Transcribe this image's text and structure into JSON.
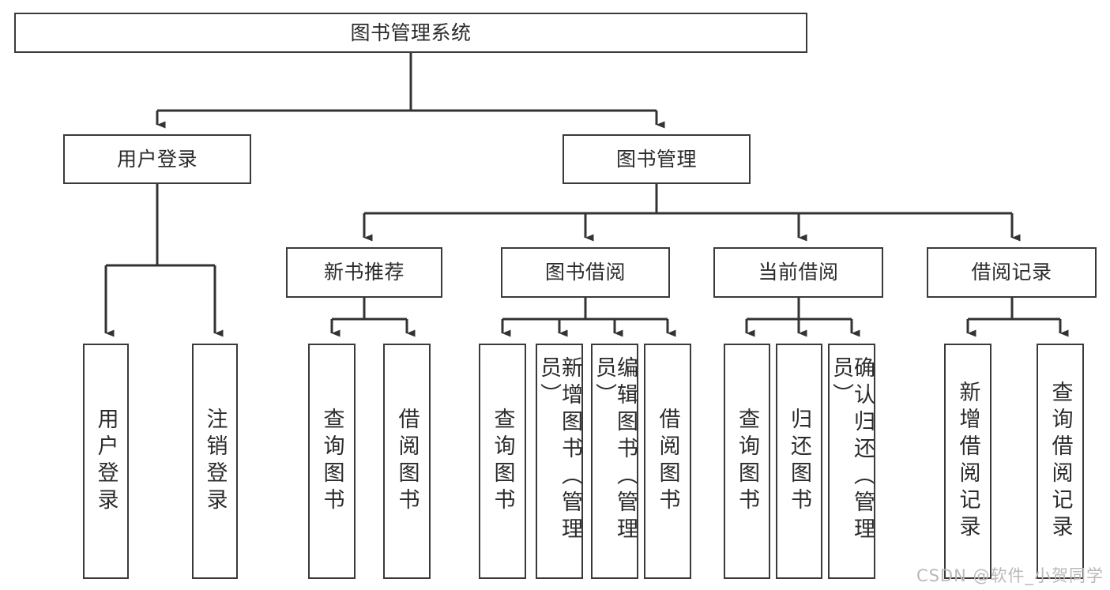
{
  "diagram": {
    "type": "tree-hierarchy",
    "title": "图书管理系统",
    "root": {
      "label": "图书管理系统"
    },
    "level2": [
      {
        "label": "用户登录"
      },
      {
        "label": "图书管理"
      }
    ],
    "level3": [
      {
        "label": "新书推荐"
      },
      {
        "label": "图书借阅"
      },
      {
        "label": "当前借阅"
      },
      {
        "label": "借阅记录"
      }
    ],
    "leaves": {
      "user_login": [
        {
          "label": "用户登录"
        },
        {
          "label": "注销登录"
        }
      ],
      "new_book_recommend": [
        {
          "label": "查询图书"
        },
        {
          "label": "借阅图书"
        }
      ],
      "book_borrow": [
        {
          "label": "查询图书"
        },
        {
          "label": "新增图书（管理员）"
        },
        {
          "label": "编辑图书（管理员）"
        },
        {
          "label": "借阅图书"
        }
      ],
      "current_borrow": [
        {
          "label": "查询图书"
        },
        {
          "label": "归还图书"
        },
        {
          "label": "确认归还（管理员）"
        }
      ],
      "borrow_record": [
        {
          "label": "新增借阅记录"
        },
        {
          "label": "查询借阅记录"
        }
      ]
    }
  },
  "watermark": {
    "text": "CSDN @软件_小贺同学"
  },
  "colors": {
    "box_border": "#3a3a3a",
    "box_fill": "#ffffff",
    "edge": "#333333",
    "text": "#2b2b2b",
    "watermark": "#b9b9b9",
    "background": "#ffffff"
  }
}
